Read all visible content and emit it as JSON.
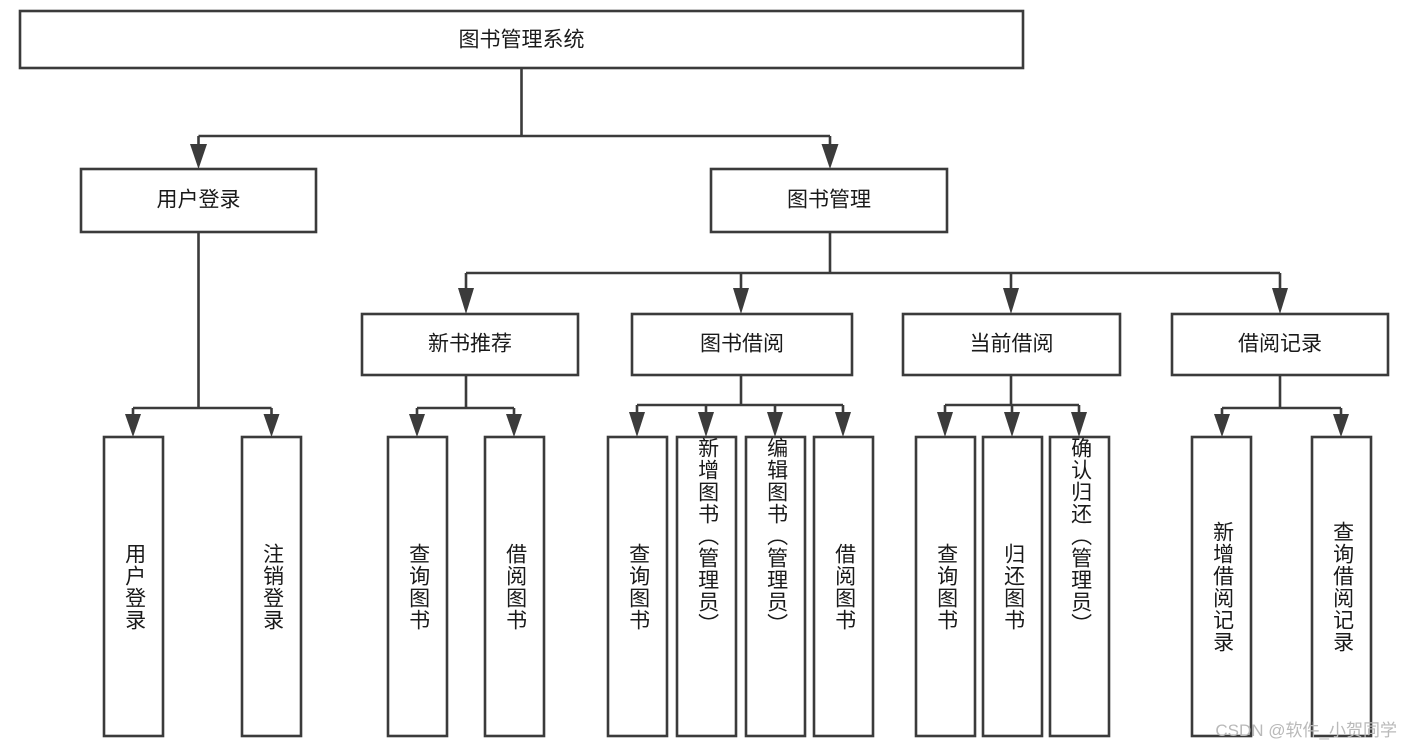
{
  "diagram": {
    "type": "tree-hierarchy",
    "title": "图书管理系统",
    "orientation": "top-down",
    "colors": {
      "stroke": "#3b3b3b",
      "fill": "#ffffff",
      "text": "#1a1a1a",
      "watermark": "#b9b9b9",
      "background": "#ffffff"
    },
    "root": {
      "label": "图书管理系统"
    },
    "level2": [
      {
        "label": "用户登录"
      },
      {
        "label": "图书管理"
      }
    ],
    "level3": [
      {
        "label": "新书推荐"
      },
      {
        "label": "图书借阅"
      },
      {
        "label": "当前借阅"
      },
      {
        "label": "借阅记录"
      }
    ],
    "leaves": {
      "user_login": [
        {
          "label": "用户登录"
        },
        {
          "label": "注销登录"
        }
      ],
      "new_book_recommend": [
        {
          "label": "查询图书"
        },
        {
          "label": "借阅图书"
        }
      ],
      "book_borrow": [
        {
          "label": "查询图书"
        },
        {
          "label": "新增图书（管理员）"
        },
        {
          "label": "编辑图书（管理员）"
        },
        {
          "label": "借阅图书"
        }
      ],
      "current_borrow": [
        {
          "label": "查询图书"
        },
        {
          "label": "归还图书"
        },
        {
          "label": "确认归还（管理员）"
        }
      ],
      "borrow_record": [
        {
          "label": "新增借阅记录"
        },
        {
          "label": "查询借阅记录"
        }
      ]
    }
  },
  "watermark": {
    "text": "CSDN @软件_小贺同学"
  }
}
